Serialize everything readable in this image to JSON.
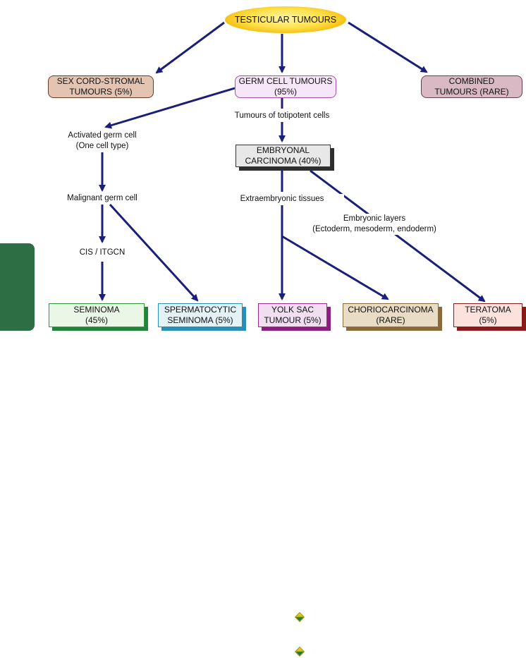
{
  "colors": {
    "arrow": "#1a1f7a",
    "side_tab": "#2e6e45",
    "root_fill": "#ffe14a"
  },
  "diagram": {
    "root": "TESTICULAR TUMOURS",
    "sex_cord": "SEX CORD-STROMAL\nTUMOURS (5%)",
    "germ_cell": "GERM CELL TUMOURS\n(95%)",
    "combined": "COMBINED\nTUMOURS (RARE)",
    "embryonal": "EMBRYONAL\nCARCINOMA (40%)",
    "seminoma": "SEMINOMA\n(45%)",
    "spermatocytic": "SPERMATOCYTIC\nSEMINOMA (5%)",
    "yolk_sac": "YOLK SAC\nTUMOUR (5%)",
    "choriocarcinoma": "CHORIOCARCINOMA\n(RARE)",
    "teratoma": "TERATOMA\n(5%)",
    "labels": {
      "totipotent": "Tumours of totipotent cells",
      "activated": "Activated germ cell\n(One cell type)",
      "malignant": "Malignant germ cell",
      "cis": "CIS / ITGCN",
      "extraembryonic": "Extraembryonic tissues",
      "embryonic_layers": "Embryonic layers\n(Ectoderm, mesoderm, endoderm)"
    }
  },
  "bullets": [
    "diamond-bullet-icon",
    "diamond-bullet-icon"
  ]
}
